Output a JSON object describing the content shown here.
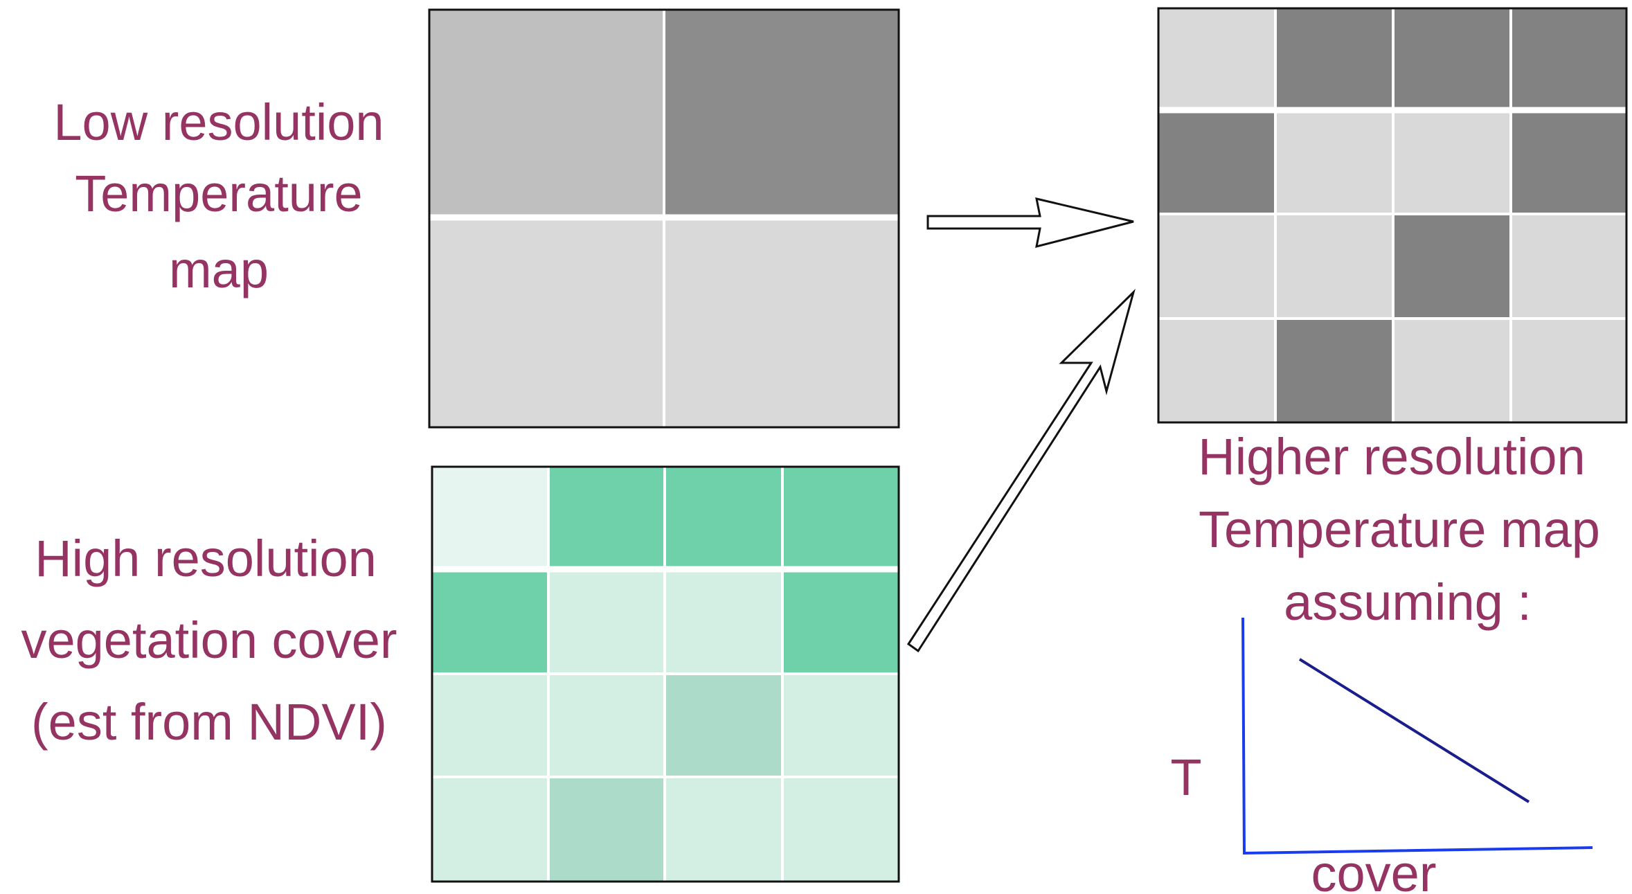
{
  "labels": {
    "low_res_line1": "Low resolution",
    "low_res_line2": "Temperature",
    "low_res_line3": "map",
    "high_res_veg_line1": "High resolution",
    "high_res_veg_line2": "vegetation cover",
    "high_res_veg_line3": "(est from NDVI)",
    "higher_res_line1": "Higher resolution",
    "higher_res_line2": "Temperature map",
    "higher_res_line3": "assuming :"
  },
  "inset_plot": {
    "y_label": "T",
    "x_label": "cover"
  },
  "colors": {
    "label_text": "#953462",
    "gray_light": "#d9d9d9",
    "gray_mid": "#bfbfbf",
    "gray_dark": "#828282",
    "gray_dark2": "#8c8c8c",
    "green_faint": "#e6f5ef",
    "green_light": "#d3eee2",
    "green_mid": "#acdcc9",
    "green_strong": "#6fd1aa",
    "axis": "#1a3cf0",
    "trend_line": "#1a1e8c"
  }
}
